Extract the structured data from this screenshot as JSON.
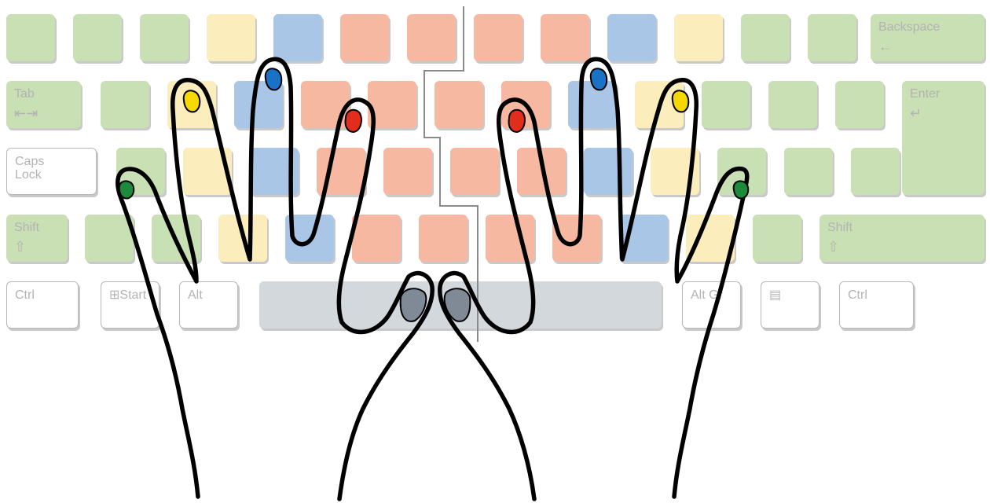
{
  "colors": {
    "pinky": "#c8e0b4",
    "ring": "#fbedbc",
    "middle": "#a9c6e6",
    "index": "#f7b8a2",
    "thumb": "#d3d8dd",
    "neutral": "#ffffff",
    "nail_pinky": "#1e8a3c",
    "nail_ring": "#f5d800",
    "nail_middle": "#1a72c6",
    "nail_index": "#e02d1c",
    "nail_thumb": "#7f8a96",
    "outline": "#000000"
  },
  "keyboard": {
    "rows": [
      [
        {
          "finger": "pinky"
        },
        {
          "finger": "pinky"
        },
        {
          "finger": "pinky"
        },
        {
          "finger": "ring"
        },
        {
          "finger": "middle"
        },
        {
          "finger": "index"
        },
        {
          "finger": "index"
        },
        {
          "finger": "index"
        },
        {
          "finger": "index"
        },
        {
          "finger": "middle"
        },
        {
          "finger": "ring"
        },
        {
          "finger": "pinky"
        },
        {
          "finger": "pinky"
        },
        {
          "finger": "pinky",
          "label": "Backspace",
          "symbol": "←"
        }
      ],
      [
        {
          "finger": "pinky",
          "label": "Tab",
          "symbol": "⇤⇥"
        },
        {
          "finger": "pinky"
        },
        {
          "finger": "ring"
        },
        {
          "finger": "middle"
        },
        {
          "finger": "index"
        },
        {
          "finger": "index"
        },
        {
          "finger": "index"
        },
        {
          "finger": "index"
        },
        {
          "finger": "middle"
        },
        {
          "finger": "ring"
        },
        {
          "finger": "pinky"
        },
        {
          "finger": "pinky"
        },
        {
          "finger": "pinky"
        },
        {
          "finger": "pinky",
          "label": "Enter",
          "symbol": "↵"
        }
      ],
      [
        {
          "finger": "neutral",
          "label": "Caps\nLock"
        },
        {
          "finger": "pinky"
        },
        {
          "finger": "ring"
        },
        {
          "finger": "middle"
        },
        {
          "finger": "index"
        },
        {
          "finger": "index"
        },
        {
          "finger": "index"
        },
        {
          "finger": "index"
        },
        {
          "finger": "middle"
        },
        {
          "finger": "ring"
        },
        {
          "finger": "pinky"
        },
        {
          "finger": "pinky"
        },
        {
          "finger": "pinky"
        }
      ],
      [
        {
          "finger": "pinky",
          "label": "Shift",
          "symbol": "⇧"
        },
        {
          "finger": "pinky"
        },
        {
          "finger": "pinky"
        },
        {
          "finger": "ring"
        },
        {
          "finger": "middle"
        },
        {
          "finger": "index"
        },
        {
          "finger": "index"
        },
        {
          "finger": "index"
        },
        {
          "finger": "index"
        },
        {
          "finger": "middle"
        },
        {
          "finger": "ring"
        },
        {
          "finger": "pinky"
        },
        {
          "finger": "pinky",
          "label": "Shift",
          "symbol": "⇧"
        }
      ],
      [
        {
          "finger": "neutral",
          "label": "Ctrl"
        },
        {
          "finger": "neutral",
          "label": "⊞Start"
        },
        {
          "finger": "neutral",
          "label": "Alt"
        },
        {
          "finger": "thumb",
          "label": ""
        },
        {
          "finger": "neutral",
          "label": "Alt Gr"
        },
        {
          "finger": "neutral",
          "label": "▤"
        },
        {
          "finger": "neutral",
          "label": "Ctrl"
        }
      ]
    ]
  }
}
